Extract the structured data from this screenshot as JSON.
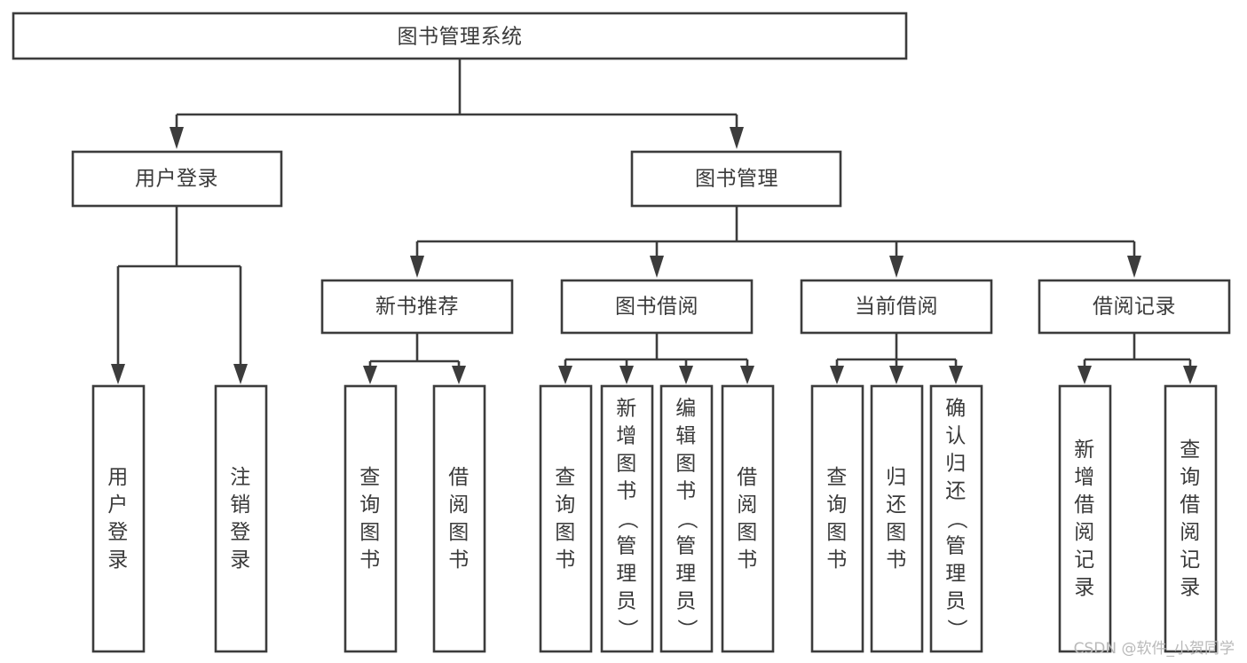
{
  "diagram": {
    "type": "tree",
    "title": "图书管理系统",
    "orientation": "top-down",
    "colors": {
      "background": "#ffffff",
      "box_fill": "#ffffff",
      "box_stroke": "#3c3c3c",
      "text": "#3a3a3a",
      "connector": "#3c3c3c",
      "watermark": "#b9b9b9"
    },
    "nodes": {
      "root": {
        "label": "图书管理系统"
      },
      "level2": [
        {
          "id": "user-login",
          "label": "用户登录"
        },
        {
          "id": "book-manage",
          "label": "图书管理"
        }
      ],
      "level3": [
        {
          "id": "new-book-rec",
          "label": "新书推荐",
          "parent": "book-manage"
        },
        {
          "id": "book-borrow",
          "label": "图书借阅",
          "parent": "book-manage"
        },
        {
          "id": "current-borrow",
          "label": "当前借阅",
          "parent": "book-manage"
        },
        {
          "id": "borrow-record",
          "label": "借阅记录",
          "parent": "book-manage"
        }
      ],
      "leaves": [
        {
          "id": "leaf-user-login",
          "label": "用户登录",
          "parent": "user-login"
        },
        {
          "id": "leaf-logout",
          "label": "注销登录",
          "parent": "user-login"
        },
        {
          "id": "leaf-query-book-1",
          "label": "查询图书",
          "parent": "new-book-rec"
        },
        {
          "id": "leaf-borrow-book-1",
          "label": "借阅图书",
          "parent": "new-book-rec"
        },
        {
          "id": "leaf-query-book-2",
          "label": "查询图书",
          "parent": "book-borrow"
        },
        {
          "id": "leaf-add-book",
          "label": "新增图书（管理员）",
          "parent": "book-borrow"
        },
        {
          "id": "leaf-edit-book",
          "label": "编辑图书（管理员）",
          "parent": "book-borrow"
        },
        {
          "id": "leaf-borrow-book-2",
          "label": "借阅图书",
          "parent": "book-borrow"
        },
        {
          "id": "leaf-query-book-3",
          "label": "查询图书",
          "parent": "current-borrow"
        },
        {
          "id": "leaf-return-book",
          "label": "归还图书",
          "parent": "current-borrow"
        },
        {
          "id": "leaf-confirm-return",
          "label": "确认归还（管理员）",
          "parent": "current-borrow"
        },
        {
          "id": "leaf-add-record",
          "label": "新增借阅记录",
          "parent": "borrow-record"
        },
        {
          "id": "leaf-query-record",
          "label": "查询借阅记录",
          "parent": "borrow-record"
        }
      ]
    }
  },
  "watermark": {
    "text": "CSDN @软件_小贺同学"
  }
}
